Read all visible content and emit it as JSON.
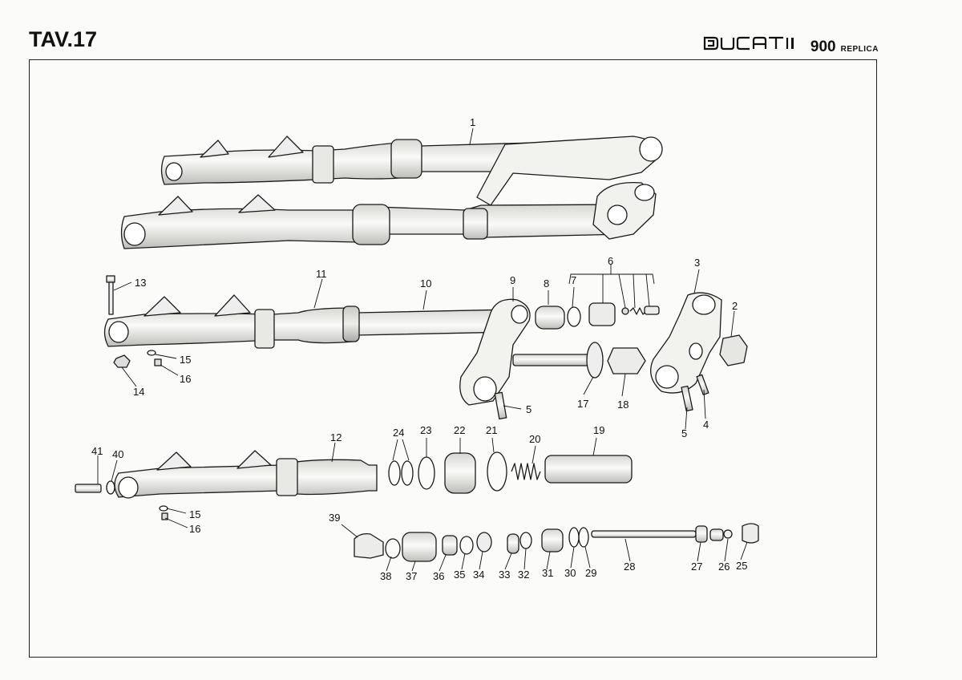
{
  "header": {
    "plate": "TAV.17",
    "brand": "DUCATI",
    "model": "900",
    "variant": "REPLICA"
  },
  "callouts": [
    {
      "id": "c1",
      "text": "1"
    },
    {
      "id": "c2",
      "text": "2"
    },
    {
      "id": "c3",
      "text": "3"
    },
    {
      "id": "c4",
      "text": "4"
    },
    {
      "id": "c5a",
      "text": "5"
    },
    {
      "id": "c5b",
      "text": "5"
    },
    {
      "id": "c6",
      "text": "6"
    },
    {
      "id": "c7",
      "text": "7"
    },
    {
      "id": "c8",
      "text": "8"
    },
    {
      "id": "c9",
      "text": "9"
    },
    {
      "id": "c10",
      "text": "10"
    },
    {
      "id": "c11",
      "text": "11"
    },
    {
      "id": "c12",
      "text": "12"
    },
    {
      "id": "c13",
      "text": "13"
    },
    {
      "id": "c14",
      "text": "14"
    },
    {
      "id": "c15a",
      "text": "15"
    },
    {
      "id": "c15b",
      "text": "15"
    },
    {
      "id": "c16a",
      "text": "16"
    },
    {
      "id": "c16b",
      "text": "16"
    },
    {
      "id": "c17",
      "text": "17"
    },
    {
      "id": "c18",
      "text": "18"
    },
    {
      "id": "c19",
      "text": "19"
    },
    {
      "id": "c20",
      "text": "20"
    },
    {
      "id": "c21",
      "text": "21"
    },
    {
      "id": "c22",
      "text": "22"
    },
    {
      "id": "c23",
      "text": "23"
    },
    {
      "id": "c24",
      "text": "24"
    },
    {
      "id": "c25",
      "text": "25"
    },
    {
      "id": "c26",
      "text": "26"
    },
    {
      "id": "c27",
      "text": "27"
    },
    {
      "id": "c28",
      "text": "28"
    },
    {
      "id": "c29",
      "text": "29"
    },
    {
      "id": "c30",
      "text": "30"
    },
    {
      "id": "c31",
      "text": "31"
    },
    {
      "id": "c32",
      "text": "32"
    },
    {
      "id": "c33",
      "text": "33"
    },
    {
      "id": "c34",
      "text": "34"
    },
    {
      "id": "c35",
      "text": "35"
    },
    {
      "id": "c36",
      "text": "36"
    },
    {
      "id": "c37",
      "text": "37"
    },
    {
      "id": "c38",
      "text": "38"
    },
    {
      "id": "c39",
      "text": "39"
    },
    {
      "id": "c40",
      "text": "40"
    },
    {
      "id": "c41",
      "text": "41"
    }
  ]
}
